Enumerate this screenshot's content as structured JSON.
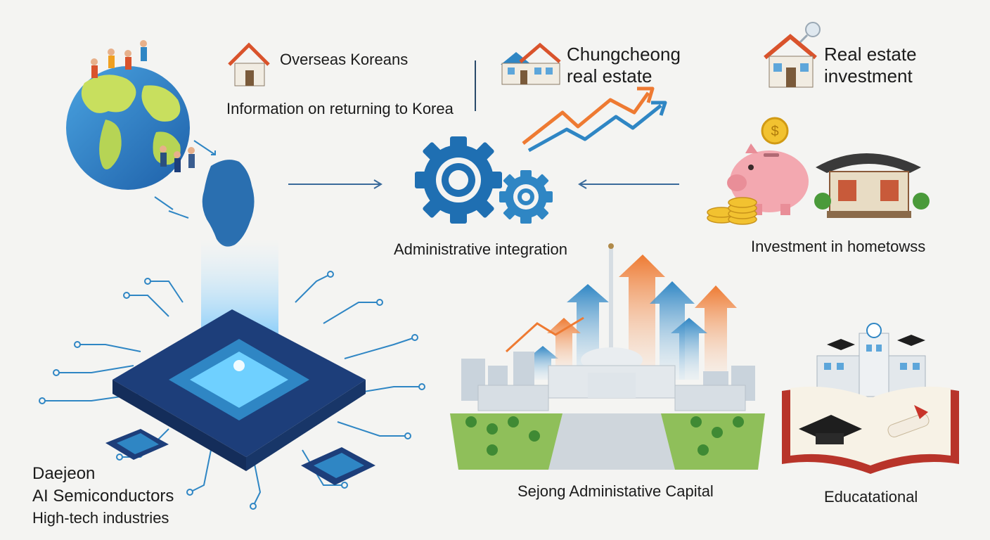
{
  "labels": {
    "overseas_koreans": "Overseas Koreans",
    "returning_info": "Information on returning to Korea",
    "chungcheong_line1": "Chungcheong",
    "chungcheong_line2": "real estate",
    "real_estate_line1": "Real estate",
    "real_estate_line2": "investment",
    "admin_integration": "Administrative integration",
    "hometown_investment": "Investment in hometowss",
    "daejeon": "Daejeon",
    "ai_semiconductors": "AI Semiconductors",
    "high_tech": "High-tech industries",
    "sejong": "Sejong Administative Capital",
    "educational": "Educatational"
  },
  "colors": {
    "gear_blue": "#1f6fb2",
    "arrow_orange": "#ee7a32",
    "arrow_blue": "#2f86c4",
    "chip_navy": "#1d3e7a",
    "roof_red": "#d9532c"
  }
}
